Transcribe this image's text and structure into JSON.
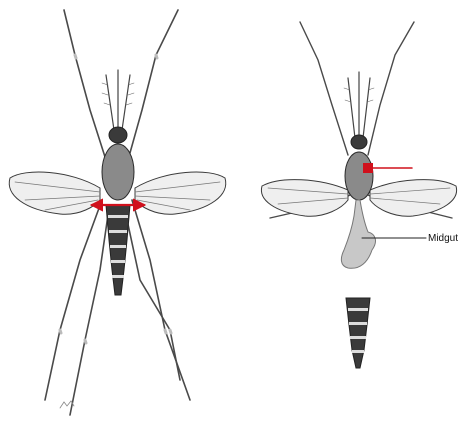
{
  "labels": {
    "midgut": "Midgut"
  },
  "colors": {
    "outline": "#2a2a2a",
    "wing_fill": "#efefef",
    "body_fill": "#8a8a8a",
    "abdomen_dark": "#3a3a3a",
    "marker_red": "#d0101c",
    "midgut_fill": "#c8c8c8",
    "leg_stroke": "#4a4a4a"
  },
  "figures": [
    {
      "name": "whole-mosquito",
      "annotation": "thorax-width-arrow"
    },
    {
      "name": "dissected-mosquito",
      "annotation": "thorax-marker-with-line"
    },
    {
      "name": "detached-abdomen"
    }
  ]
}
